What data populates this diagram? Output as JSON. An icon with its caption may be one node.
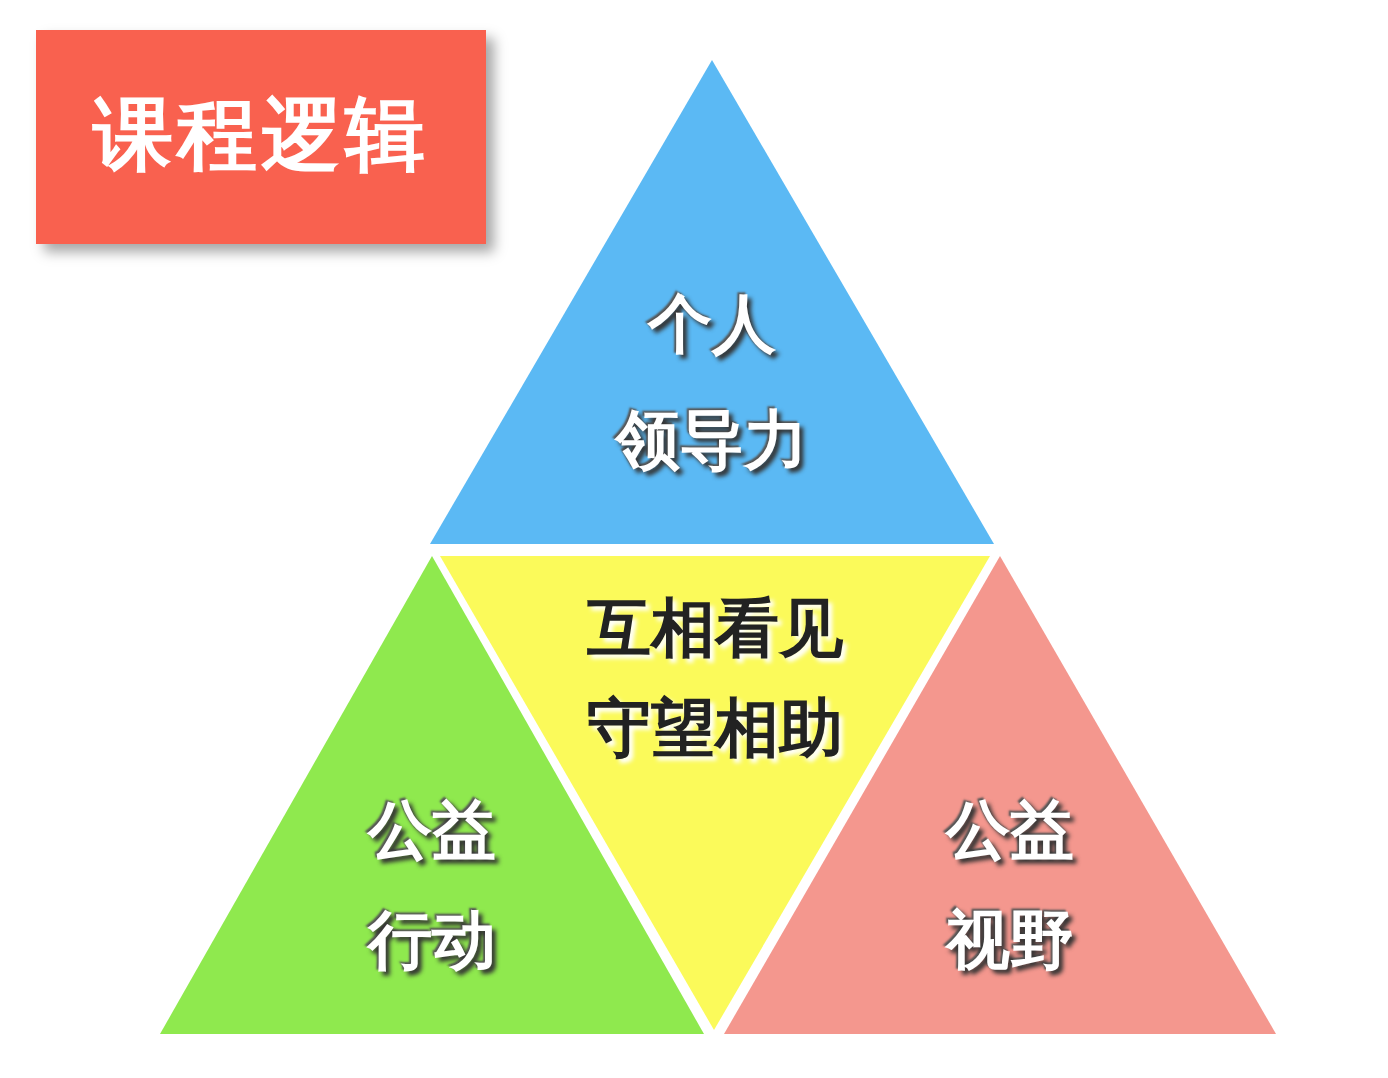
{
  "diagram": {
    "nodes": [
      {
        "text": [
          "课程逻辑"
        ]
      },
      {
        "text": [
          "个人",
          "领导力"
        ]
      },
      {
        "text": [
          "互相看见",
          "守望相助"
        ]
      },
      {
        "text": [
          "公益",
          "行动"
        ]
      },
      {
        "text": [
          "公益",
          "视野"
        ]
      }
    ]
  }
}
